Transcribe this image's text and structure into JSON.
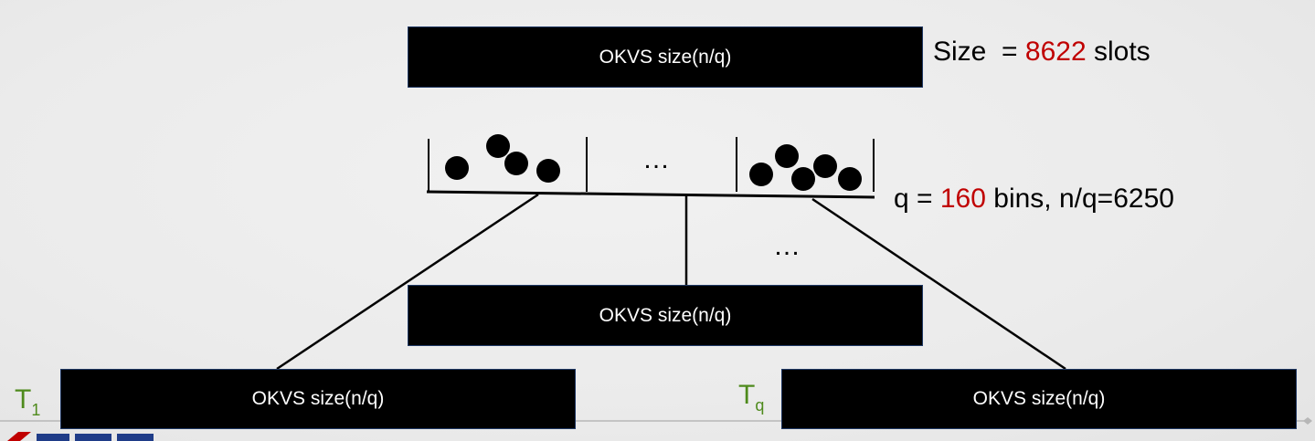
{
  "top_box": {
    "label": "OKVS size(n/q)"
  },
  "size_line": {
    "prefix": "Size  = ",
    "value": "8622",
    "suffix": " slots"
  },
  "bins_line": {
    "prefix": "q = ",
    "value": "160",
    "suffix": " bins, n/q=6250"
  },
  "ellipsis": "…",
  "middle_box": {
    "label": "OKVS size(n/q)"
  },
  "left_box": {
    "label": "OKVS size(n/q)",
    "t_main": "T",
    "t_sub": "1"
  },
  "right_box": {
    "label": "OKVS size(n/q)",
    "t_main": "T",
    "t_sub": "q"
  },
  "colors": {
    "accent": "#c00000",
    "t_label": "#4e8a1c",
    "box_fill": "#000000",
    "box_border": "#1f3864"
  }
}
